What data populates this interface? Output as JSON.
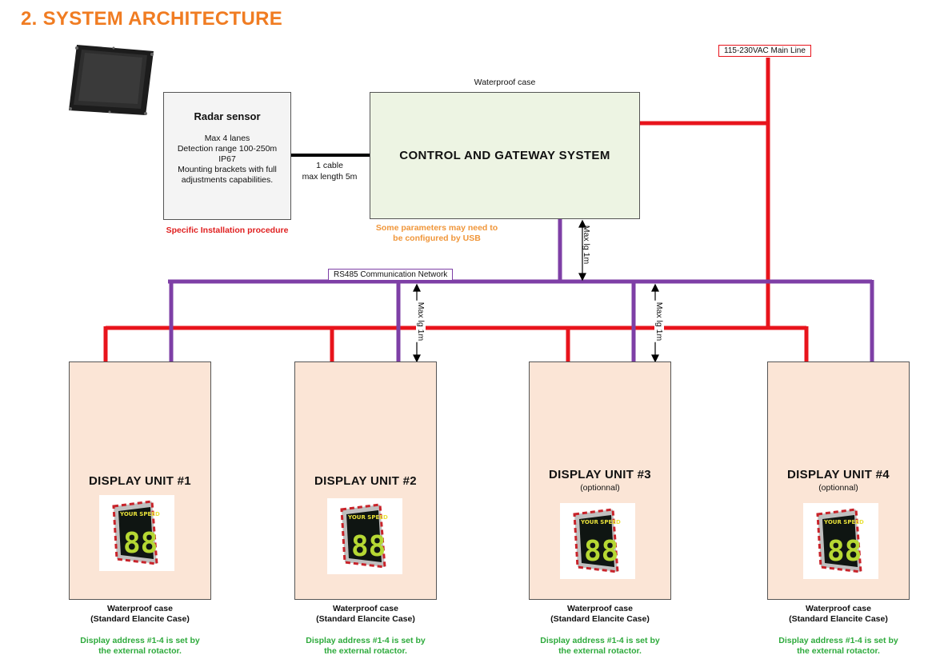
{
  "title": "2. SYSTEM ARCHITECTURE",
  "mains_label": "115-230VAC Main Line",
  "control": {
    "case_label": "Waterproof case",
    "name": "CONTROL AND GATEWAY SYSTEM",
    "usb_note": [
      "Some parameters may need to",
      "be configured by USB"
    ]
  },
  "radar": {
    "name": "Radar sensor",
    "lines": [
      "Max 4 lanes",
      "Detection range 100-250m",
      "IP67",
      "Mounting brackets with full",
      "adjustments capabilities."
    ],
    "procedure": "Specific Installation procedure"
  },
  "cable": {
    "line1": "1 cable",
    "line2": "max length 5m"
  },
  "network_label": "RS485 Communication Network",
  "max_length_label": "Max lg 1m",
  "sign_text": "YOUR SPEED",
  "sign_digits": "88",
  "displays": [
    {
      "name": "DISPLAY UNIT #1",
      "optional": "",
      "case": "Waterproof case",
      "case_type": "(Standard Elancite Case)",
      "address": [
        "Display address #1-4 is set by",
        "the external rotactor."
      ]
    },
    {
      "name": "DISPLAY UNIT #2",
      "optional": "",
      "case": "Waterproof case",
      "case_type": "(Standard Elancite Case)",
      "address": [
        "Display address #1-4 is set by",
        "the external rotactor."
      ]
    },
    {
      "name": "DISPLAY UNIT #3",
      "optional": "(optionnal)",
      "case": "Waterproof case",
      "case_type": "(Standard Elancite Case)",
      "address": [
        "Display address #1-4 is set by",
        "the external rotactor."
      ]
    },
    {
      "name": "DISPLAY UNIT #4",
      "optional": "(optionnal)",
      "case": "Waterproof case",
      "case_type": "(Standard Elancite Case)",
      "address": [
        "Display address #1-4 is set by",
        "the external rotactor."
      ]
    }
  ],
  "colors": {
    "title": "#f07c22",
    "power": "#e8141c",
    "network": "#7e3fa6",
    "note_red": "#e02020",
    "note_orange": "#f0963a",
    "note_green": "#2eaa3c"
  }
}
